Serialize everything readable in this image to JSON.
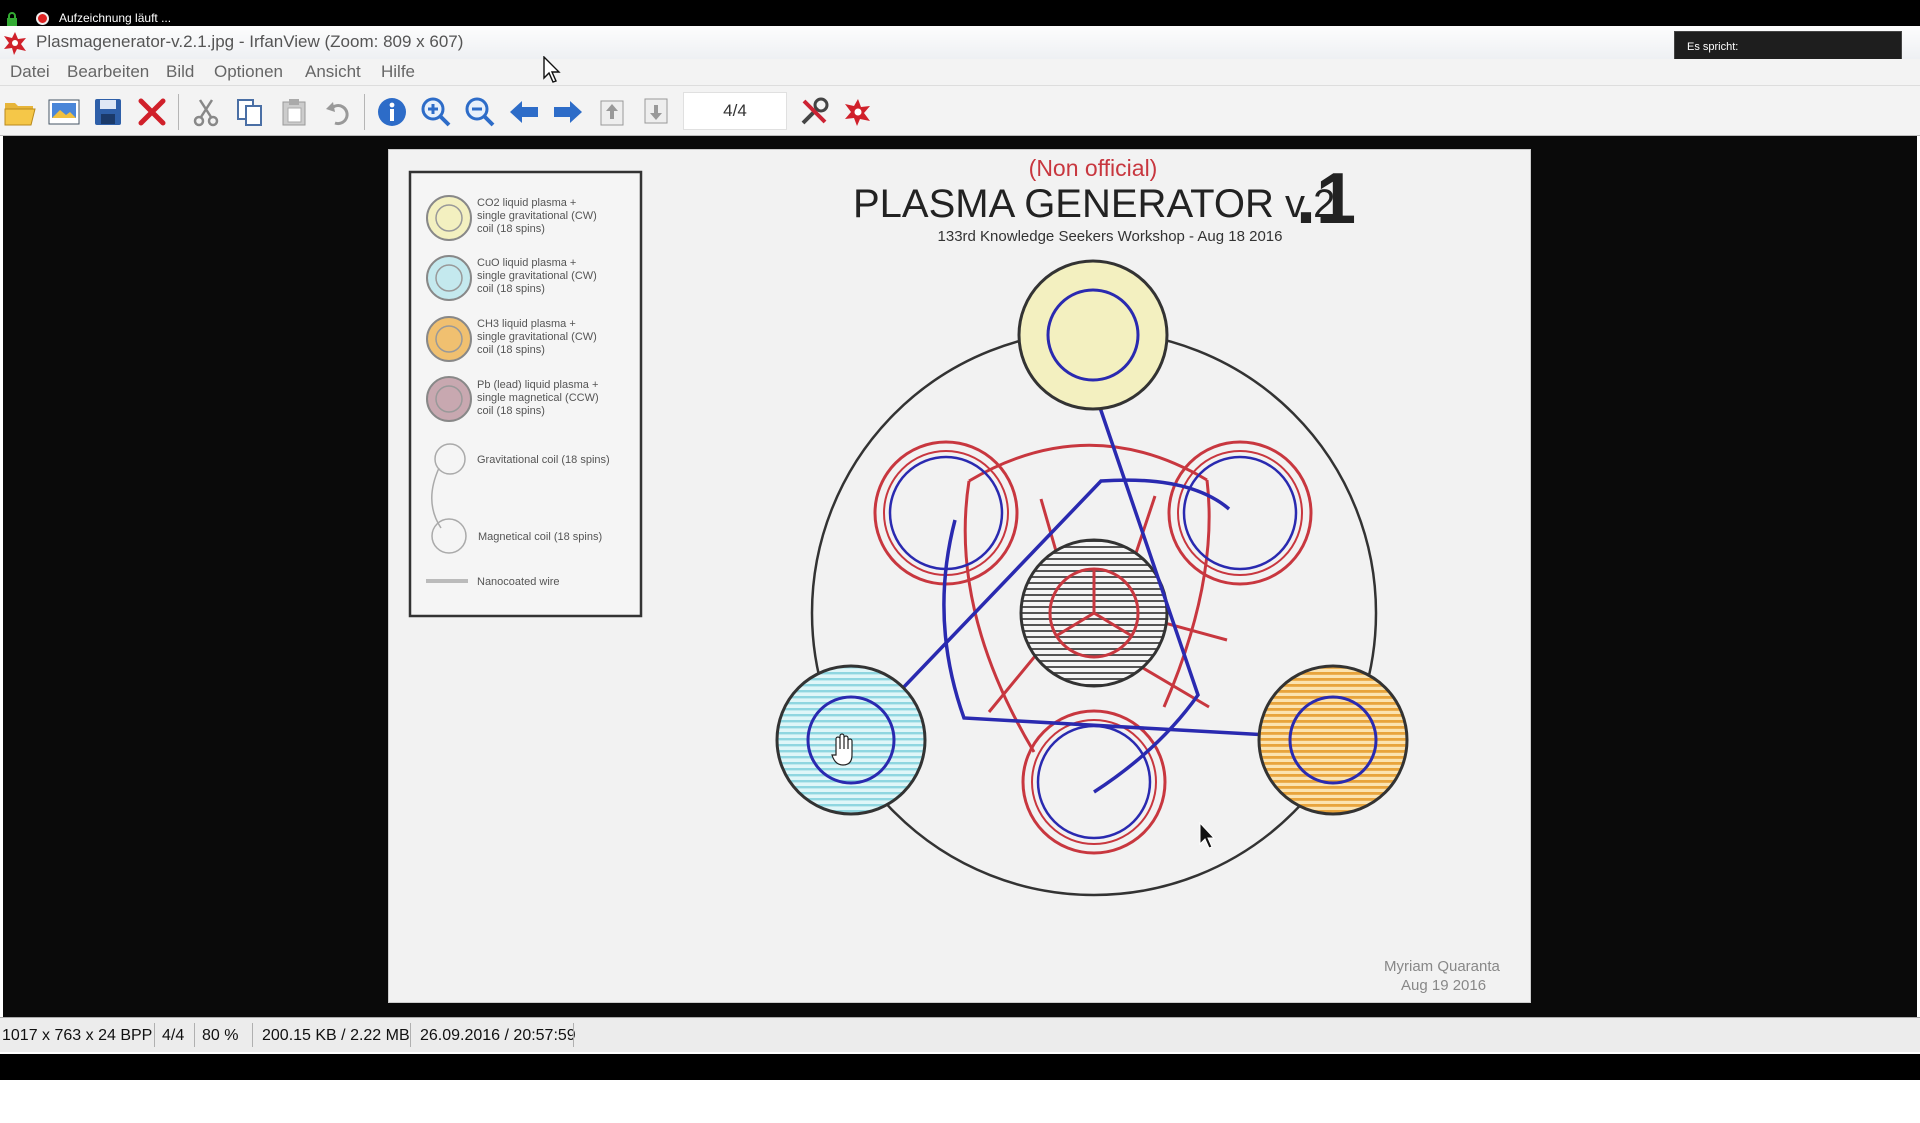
{
  "recording": {
    "label": "Aufzeichnung läuft ..."
  },
  "window": {
    "title": "Plasmagenerator-v.2.1.jpg - IrfanView (Zoom: 809 x 607)"
  },
  "speaking_panel": {
    "label": "Es spricht:"
  },
  "menu": {
    "items": [
      "Datei",
      "Bearbeiten",
      "Bild",
      "Optionen",
      "Ansicht",
      "Hilfe"
    ]
  },
  "toolbar": {
    "page_indicator": "4/4",
    "buttons": [
      "open-icon",
      "thumbnails-icon",
      "save-icon",
      "delete-icon",
      "cut-icon",
      "copy-icon",
      "paste-icon",
      "undo-icon",
      "info-icon",
      "zoom-in-icon",
      "zoom-out-icon",
      "previous-icon",
      "next-icon",
      "first-page-icon",
      "last-page-icon",
      "properties-icon",
      "about-icon"
    ]
  },
  "image": {
    "header_note": "(Non official)",
    "title": "PLASMA GENERATOR v.2",
    "version_suffix": ".1",
    "subtitle": "133rd Knowledge Seekers Workshop - Aug 18 2016",
    "author": "Myriam Quaranta",
    "date": "Aug 19 2016",
    "legend": [
      {
        "l1": "CO2 liquid plasma +",
        "l2": "single gravitational (CW)",
        "l3": "coil (18 spins)",
        "color": "#f3f0c0"
      },
      {
        "l1": "CuO liquid plasma +",
        "l2": "single gravitational (CW)",
        "l3": "coil (18 spins)",
        "color": "#c4e9ee"
      },
      {
        "l1": "CH3 liquid plasma +",
        "l2": "single gravitational (CW)",
        "l3": "coil (18 spins)",
        "color": "#f0c070"
      },
      {
        "l1": "Pb (lead) liquid plasma +",
        "l2": "single magnetical (CCW)",
        "l3": "coil (18 spins)",
        "color": "#c8a8b0"
      }
    ],
    "legend_grav": "Gravitational coil (18 spins)",
    "legend_mag": "Magnetical coil (18 spins)",
    "legend_wire": "Nanocoated wire"
  },
  "status": {
    "dimensions": "1017 x 763 x 24 BPP",
    "page": "4/4",
    "zoom": "80 %",
    "size": "200.15 KB / 2.22 MB",
    "datetime": "26.09.2016 / 20:57:59"
  }
}
